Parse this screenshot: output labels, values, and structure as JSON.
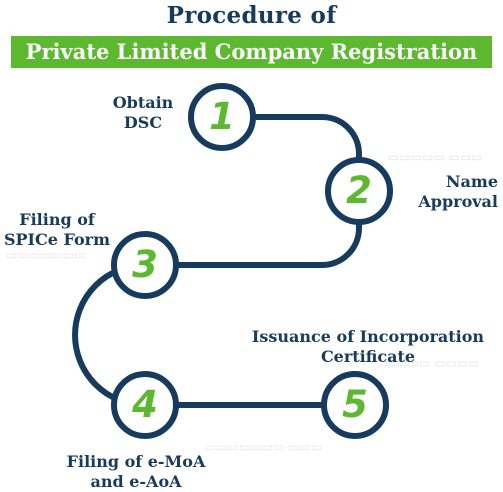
{
  "title": "Procedure of",
  "subtitle": "Private Limited Company Registration",
  "colors": {
    "navy": "#173b5e",
    "green": "#5bb82f",
    "white": "#ffffff"
  },
  "steps": [
    {
      "number": "1",
      "label_line1": "Obtain",
      "label_line2": "DSC"
    },
    {
      "number": "2",
      "label_line1": "Name",
      "label_line2": "Approval"
    },
    {
      "number": "3",
      "label_line1": "Filing of",
      "label_line2": "SPICe Form"
    },
    {
      "number": "4",
      "label_line1": "Filing of e-MoA",
      "label_line2": "and e-AoA"
    },
    {
      "number": "5",
      "label_line1": "Issuance of Incorporation",
      "label_line2": "Certificate"
    }
  ]
}
